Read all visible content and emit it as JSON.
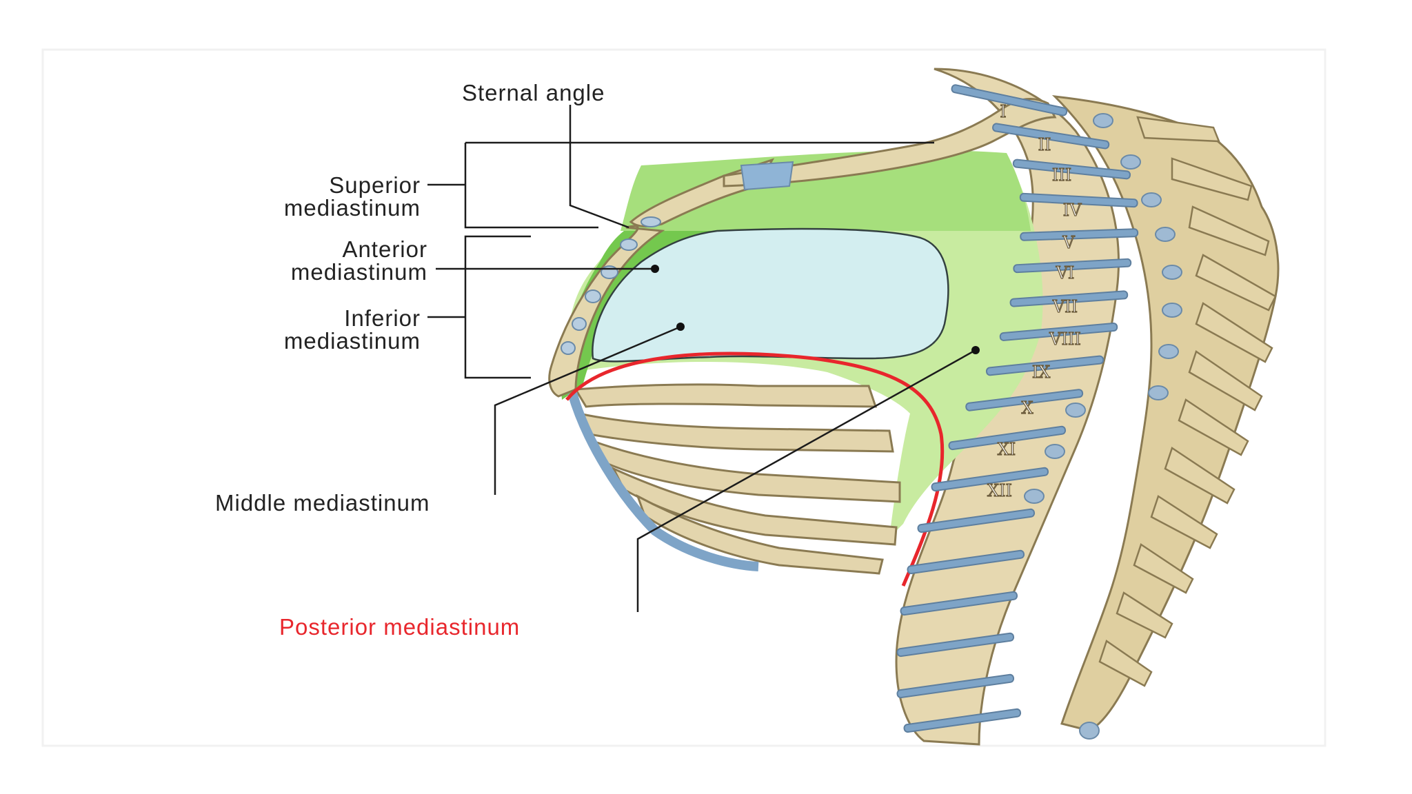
{
  "labels": {
    "sternal_angle": "Sternal angle",
    "superior": [
      "Superior",
      "mediastinum"
    ],
    "anterior": [
      "Anterior",
      "mediastinum"
    ],
    "inferior": [
      "Inferior",
      "mediastinum"
    ],
    "middle": "Middle mediastinum",
    "posterior": "Posterior mediastinum"
  },
  "vertebrae": [
    "I",
    "II",
    "III",
    "IV",
    "V",
    "VI",
    "VII",
    "VIII",
    "IX",
    "X",
    "XI",
    "XII"
  ],
  "colors": {
    "superior_region": "#a6df7c",
    "anterior_region": "#74c84e",
    "middle_region": "#d3eef0",
    "posterior_region": "#c8eba0",
    "bone": "#e3d5ad",
    "disc": "#7ea4c7",
    "diaphragm_line": "#e8262c",
    "posterior_label": "#e8262c"
  }
}
